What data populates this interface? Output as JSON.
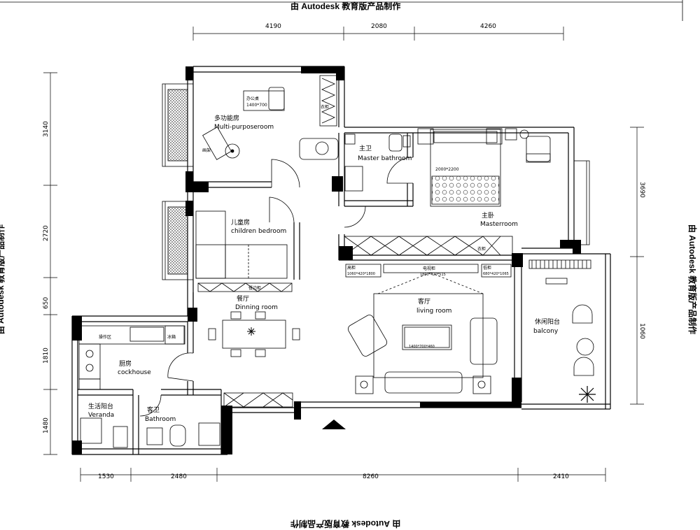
{
  "watermarks": {
    "top": "由 Autodesk 教育版产品制作",
    "bottom": "由 Autodesk 教育版产品制作",
    "left": "由 Autodesk 教育版产品制作",
    "right": "由 Autodesk 教育版产品制作"
  },
  "dimensions": {
    "top": [
      "4190",
      "2080",
      "4260"
    ],
    "bottom": [
      "1530",
      "2480",
      "8260",
      "2410"
    ],
    "left": [
      "3140",
      "2720",
      "650",
      "1810",
      "1480"
    ],
    "right": [
      "3690",
      "1060"
    ]
  },
  "rooms": {
    "multipurpose": {
      "cn": "多功能房",
      "en": "Multi-purposeroom"
    },
    "master_bath": {
      "cn": "主卫",
      "en": "Master bathroom"
    },
    "master_room": {
      "cn": "主卧",
      "en": "Masterroom"
    },
    "children": {
      "cn": "儿童房",
      "en": "children bedroom"
    },
    "dining": {
      "cn": "餐厅",
      "en": "Dinning room"
    },
    "living": {
      "cn": "客厅",
      "en": "living room"
    },
    "balcony": {
      "cn": "休闲阳台",
      "en": "balcony"
    },
    "kitchen": {
      "cn": "厨房",
      "en": "cockhouse"
    },
    "veranda": {
      "cn": "生活阳台",
      "en": "Veranda"
    },
    "bathroom": {
      "cn": "客卫",
      "en": "Bathroom"
    }
  },
  "furniture": {
    "desk_label": "办公桌",
    "desk_size": "1400*700",
    "wardrobe_small": "衣柜",
    "bookshelf": "画架",
    "bed_size": "2000*2200",
    "wardrobe": "衣柜",
    "sideboard": "餐边柜",
    "tall_cabinet": "高柜",
    "tall_cabinet_size": "1060*420*1800",
    "tv_cabinet": "电视柜",
    "tv_cabinet_size": "1800*420*515",
    "low_cabinet": "低柜",
    "low_cabinet_size": "680*420*1065",
    "coffee_table_size": "1400*700*460",
    "prep_area": "操作区",
    "fridge": "冰箱"
  }
}
